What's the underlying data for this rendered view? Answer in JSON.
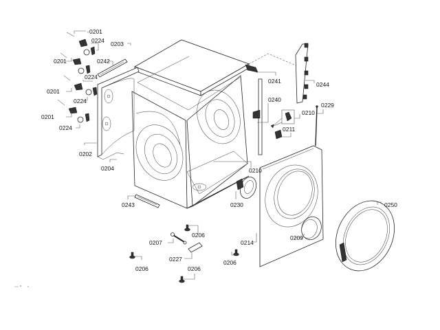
{
  "diagram": {
    "type": "exploded-parts-view",
    "subject": "front-loading washing machine cabinet assembly",
    "labels": [
      {
        "id": "l0201a",
        "text": "0201"
      },
      {
        "id": "l0224a",
        "text": "0224"
      },
      {
        "id": "l0203",
        "text": "0203"
      },
      {
        "id": "l0201b",
        "text": "0201"
      },
      {
        "id": "l0242",
        "text": "0242"
      },
      {
        "id": "l0224b",
        "text": "0224"
      },
      {
        "id": "l0201c",
        "text": "0201"
      },
      {
        "id": "l0224c",
        "text": "0224"
      },
      {
        "id": "l0201d",
        "text": "0201"
      },
      {
        "id": "l0224d",
        "text": "0224"
      },
      {
        "id": "l0202",
        "text": "0202"
      },
      {
        "id": "l0204",
        "text": "0204"
      },
      {
        "id": "l0241",
        "text": "0241"
      },
      {
        "id": "l0244",
        "text": "0244"
      },
      {
        "id": "l0240",
        "text": "0240"
      },
      {
        "id": "l0210a",
        "text": "0210"
      },
      {
        "id": "l0229",
        "text": "0229"
      },
      {
        "id": "l0211",
        "text": "0211"
      },
      {
        "id": "l0210b",
        "text": "0210"
      },
      {
        "id": "l0230",
        "text": "0230"
      },
      {
        "id": "l0243",
        "text": "0243"
      },
      {
        "id": "l0206a",
        "text": "0206"
      },
      {
        "id": "l0207",
        "text": "0207"
      },
      {
        "id": "l0227",
        "text": "0227"
      },
      {
        "id": "l0206b",
        "text": "0206"
      },
      {
        "id": "l0206c",
        "text": "0206"
      },
      {
        "id": "l0206d",
        "text": "0206"
      },
      {
        "id": "l0214",
        "text": "0214"
      },
      {
        "id": "l0209",
        "text": "0209"
      },
      {
        "id": "l0250",
        "text": "0250"
      }
    ]
  }
}
